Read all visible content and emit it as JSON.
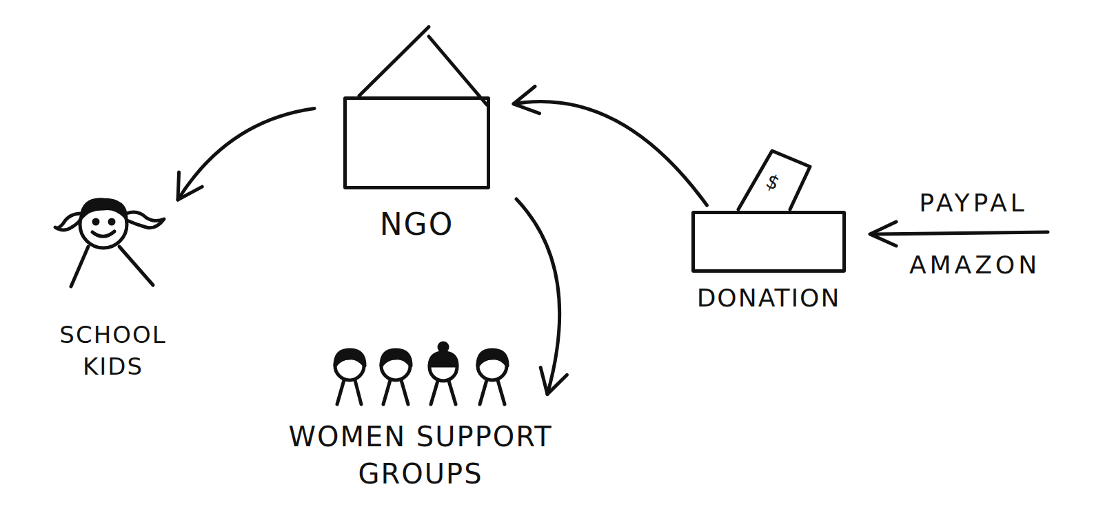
{
  "diagram": {
    "nodes": [
      {
        "text": [
          "NGO"
        ]
      },
      {
        "text": [
          "DONATION"
        ]
      },
      {
        "text": [
          "SCHOOL KIDS"
        ]
      },
      {
        "text": [
          "WOMEN SUPPORT GROUPS"
        ]
      }
    ],
    "edges": [
      {
        "from": 1,
        "to": 0,
        "arrow": "to"
      },
      {
        "from": 0,
        "to": 2,
        "arrow": "to"
      },
      {
        "from": 0,
        "to": 3,
        "arrow": "to"
      }
    ],
    "labels": [
      "PAYPAL",
      "AMAZON",
      "$"
    ]
  }
}
